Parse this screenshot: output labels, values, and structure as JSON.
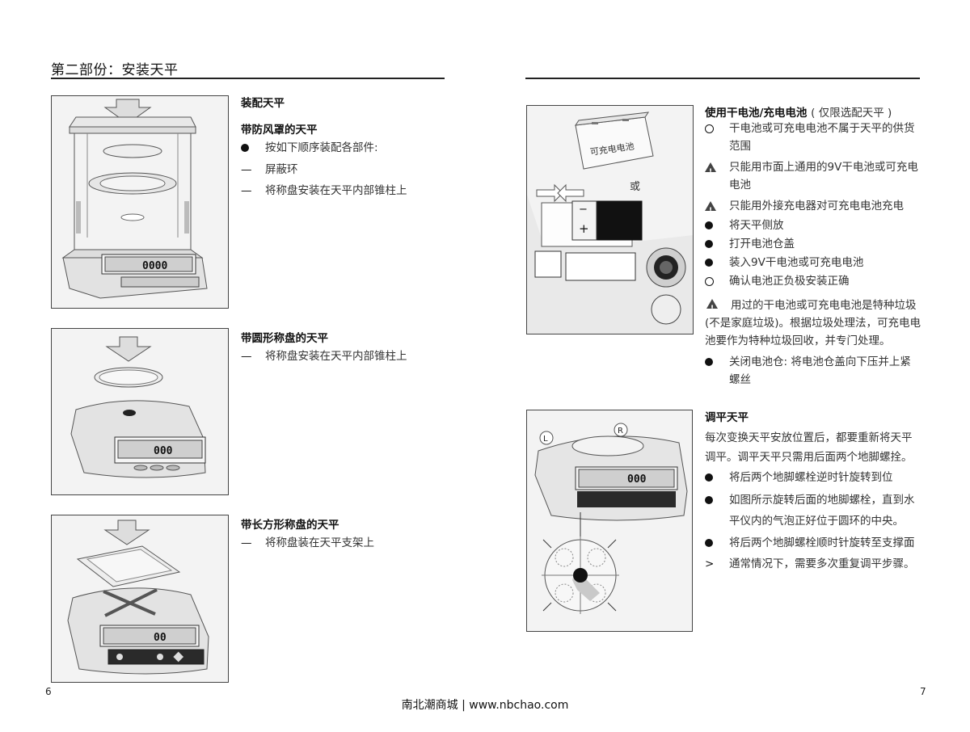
{
  "left": {
    "section_title": "第二部份：安装天平",
    "assembly": {
      "title": "装配天平",
      "draftshield": {
        "subtitle": "带防风罩的天平",
        "lines": [
          {
            "marker": "●",
            "text": "按如下顺序装配各部件:"
          },
          {
            "marker": "—",
            "text": "屏蔽环"
          },
          {
            "marker": "—",
            "text": "将称盘安装在天平内部锥柱上"
          }
        ]
      },
      "round_pan": {
        "subtitle": "带圆形称盘的天平",
        "lines": [
          {
            "marker": "—",
            "text": "将称盘安装在天平内部锥柱上"
          }
        ]
      },
      "rect_pan": {
        "subtitle": "带长方形称盘的天平",
        "lines": [
          {
            "marker": "—",
            "text": "将称盘装在天平支架上"
          }
        ]
      }
    },
    "page_number": "6"
  },
  "right": {
    "battery": {
      "title": "使用干电池/充电电池",
      "title_note": "( 仅限选配天平 )",
      "figure_labels": {
        "box": "可充电电池",
        "or": "或"
      },
      "lines": [
        {
          "marker": "○",
          "text": "干电池或可充电电池不属于天平的供货范围"
        },
        {
          "marker": "⚠",
          "text": "只能用市面上通用的9V干电池或可充电电池"
        },
        {
          "marker": "⚠",
          "text": "只能用外接充电器对可充电电池充电"
        },
        {
          "marker": "●",
          "text": "将天平侧放"
        },
        {
          "marker": "●",
          "text": "打开电池仓盖"
        },
        {
          "marker": "●",
          "text": "装入9V干电池或可充电电池"
        },
        {
          "marker": "○",
          "text": "确认电池正负极安装正确"
        }
      ],
      "disposal_line": {
        "marker": "⚠",
        "text": "用过的干电池或可充电电池是特种垃圾(不是家庭垃圾)。根据垃圾处理法，可充电电池要作为特种垃圾回收，并专门处理。"
      },
      "close_line": {
        "marker": "●",
        "text": "关闭电池仓: 将电池仓盖向下压并上紧螺丝"
      }
    },
    "leveling": {
      "title": "调平天平",
      "intro": "每次变换天平安放位置后，都要重新将天平调平。调平天平只需用后面两个地脚螺拴。",
      "figure_labels": {
        "left": "L",
        "right": "R"
      },
      "lines": [
        {
          "marker": "●",
          "text": "将后两个地脚螺栓逆时针旋转到位"
        },
        {
          "marker": "●",
          "text": "如图所示旋转后面的地脚螺栓，直到水平仪内的气泡正好位于圆环的中央。"
        },
        {
          "marker": "●",
          "text": "将后两个地脚螺栓顺时针旋转至支撑面"
        },
        {
          "marker": ">",
          "text": "通常情况下，需要多次重复调平步骤。"
        }
      ]
    },
    "page_number": "7"
  },
  "footer": "南北潮商城 | www.nbchao.com",
  "display_readings": {
    "fig1": "0000",
    "fig2": "000",
    "fig3": "00",
    "fig4": "000"
  },
  "colors": {
    "rule": "#222222",
    "figure_bg": "#f3f3f3",
    "text": "#333333"
  }
}
